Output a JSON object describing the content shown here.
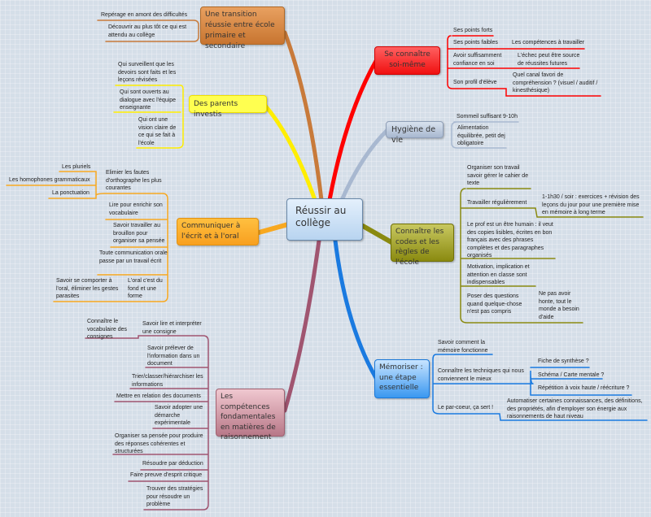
{
  "center": {
    "title": "Réussir au collège"
  },
  "colors": {
    "transition": "#c87a3a",
    "parents": "#ffee00",
    "communiquer": "#f8a820",
    "competences": "#a05570",
    "soi": "#ff0000",
    "hygiene": "#a8b8d0",
    "codes": "#8a8a10",
    "memoriser": "#1a7ae0"
  },
  "transition": {
    "title": "Une transition réussie entre école primaire et secondaire",
    "leaves": [
      "Repérage en amont des difficultés",
      "Découvrir au plus tôt ce qui est attendu au collège"
    ]
  },
  "parents": {
    "title": "Des parents investis",
    "leaves": [
      "Qui surveillent que les devoirs sont faits et les leçons révisées",
      "Qui sont ouverts au dialogue avec l'équipe enseignante",
      "Qui ont une vision claire de ce qui se fait à l'école"
    ]
  },
  "communiquer": {
    "title": "Communiquer à l'écrit et à l'oral",
    "leaves": [
      "Elimier les fautes d'orthographe les plus courantes",
      "Les pluriels",
      "Les homophones grammaticaux",
      "La ponctuation",
      "Lire pour enrichir son vocabulaire",
      "Savoir travailler au brouillon pour organiser sa pensée",
      "Toute communication orale passe par un travail écrit",
      "L'oral c'est du fond et une forme",
      "Savoir se comporter à l'oral, éliminer les gestes parasites"
    ]
  },
  "competences": {
    "title": "Les compétences fondamentales en matières de raisonnement",
    "leaves": [
      "Savoir lire et interpréter une consigne",
      "Connaître le vocabulaire des consignes",
      "Savoir prélever de l'information dans un document",
      "Trier/classer/hiérarchiser les informations",
      "Mettre en relation des documents",
      "Savoir adopter une démarche expérimentale",
      "Organiser sa pensée pour produire des réponses cohérentes et structurées",
      "Résoudre par déduction",
      "Faire preuve d'esprit critique",
      "Trouver des stratégies pour résoudre un problème"
    ]
  },
  "soi": {
    "title": "Se connaître soi-même",
    "leaves": [
      "Ses points forts",
      "Ses points faibles",
      "Les compétences à travailler",
      "Avoir suffisamment confiance en soi",
      "L'échec peut être source de réussites futures",
      "Son profil d'élève",
      "Quel canal favori de compréhension ? (visuel / auditif / kinesthésique)"
    ]
  },
  "hygiene": {
    "title": "Hygiène de vie",
    "leaves": [
      "Sommeil suffisant 9-10h",
      "Alimentation équilibrée, petit dej obligatoire"
    ]
  },
  "codes": {
    "title": "Connaître les codes et les règles de l'école",
    "leaves": [
      "Organiser son travail savoir gérer le cahier de texte",
      "Travailler régulièrement",
      "1-1h30 / soir : exercices + révision des leçons du jour pour une première mise en mémoire à long terme",
      "Le prof est un être humain : il veut des copies lisibles, écrites en bon français avec des phrases complètes et des paragraphes organisés",
      "Motivation, implication et attention en classe sont indispensables",
      "Poser des questions quand quelque-chose n'est pas compris",
      "Ne pas avoir honte, tout le monde a besoin d'aide"
    ]
  },
  "memoriser": {
    "title": "Mémoriser : une étape essentielle",
    "leaves": [
      "Savoir comment la mémoire fonctionne",
      "Connaître les techniques qui nous conviennent le mieux",
      "Fiche de synthèse ?",
      "Schéma / Carte mentale ?",
      "Répétition à voix haute / réécriture ?",
      "Le par-coeur, ça sert !",
      "Automatiser certaines connaissances, des définitions, des propriétés, afin d'employer son énergie aux raisonnements de haut niveau"
    ]
  }
}
